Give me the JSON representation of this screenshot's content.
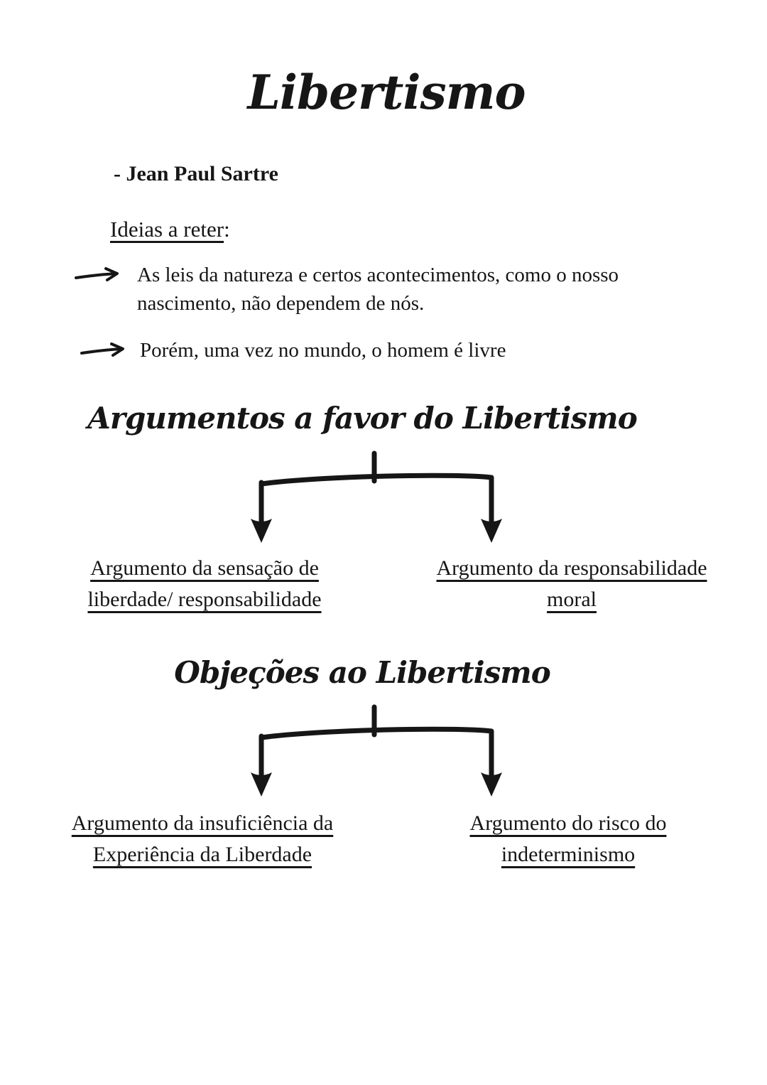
{
  "page": {
    "background": "#ffffff",
    "ink": "#161616"
  },
  "title": "Libertismo",
  "author": "- Jean Paul Sartre",
  "ideas": {
    "heading": "Ideias a reter",
    "colon": ":"
  },
  "bullets": [
    {
      "lines": [
        "As leis da natureza e certos acontecimentos, como o nosso",
        "nascimento, não dependem de nós."
      ]
    },
    {
      "lines": [
        "Porém, uma vez no mundo, o homem é livre"
      ]
    }
  ],
  "sections": [
    {
      "heading": "Argumentos a favor do Libertismo",
      "branches": [
        {
          "lines": [
            "Argumento da sensação de",
            "liberdade/ responsabilidade"
          ]
        },
        {
          "lines": [
            "Argumento da responsabilidade",
            "moral"
          ]
        }
      ]
    },
    {
      "heading": "Objeções ao Libertismo",
      "branches": [
        {
          "lines": [
            "Argumento da insuficiência da",
            "Experiência da Liberdade"
          ]
        },
        {
          "lines": [
            "Argumento do risco do",
            "indeterminismo"
          ]
        }
      ]
    }
  ],
  "icons": {
    "bullet_arrow": "right-arrow",
    "branch_arrow": "down-arrow"
  }
}
